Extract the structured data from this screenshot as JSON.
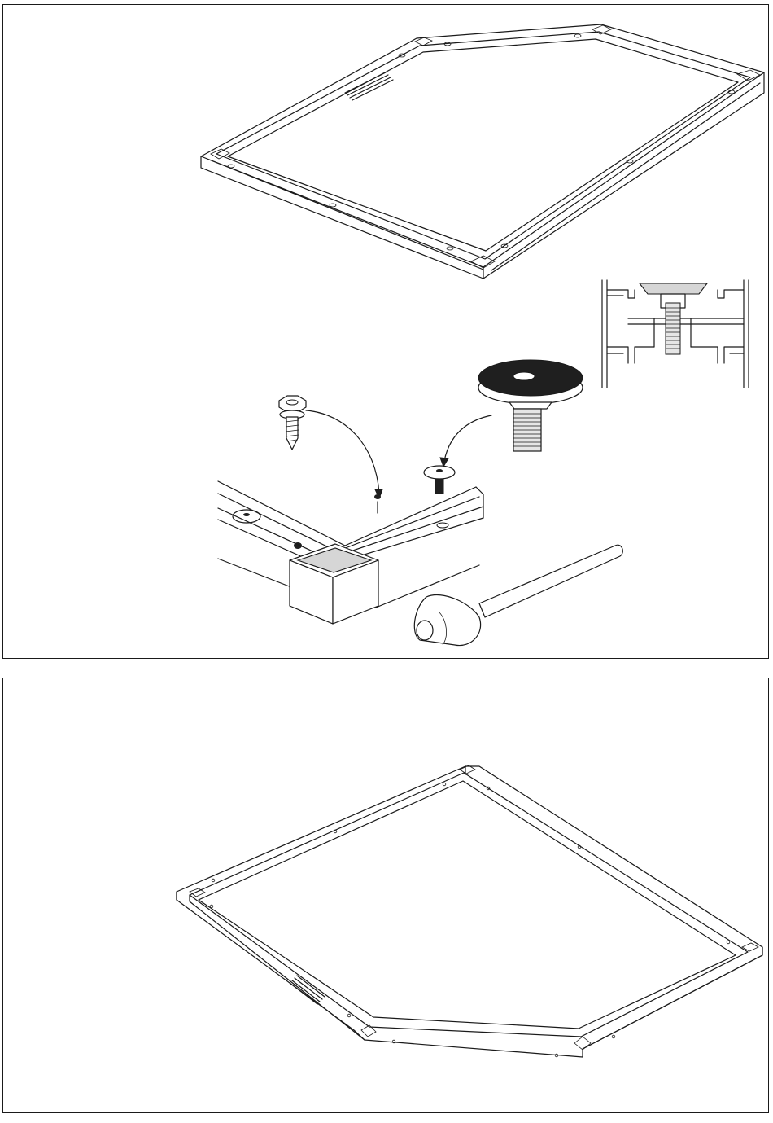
{
  "figure": {
    "panels": [
      {
        "id": "panel-top",
        "content": "frame-with-adjustable-feet-assembly"
      },
      {
        "id": "panel-bottom",
        "content": "frame-underside-view"
      }
    ],
    "icons": [
      "hex-screw-icon",
      "adjustable-foot-icon",
      "washer-icon",
      "mallet-icon",
      "profile-section-icon",
      "arrow-icon"
    ],
    "colors": {
      "line": "#1a1a1a",
      "fill_light": "#d6d6d6",
      "fill_dark": "#1f1f1f",
      "background": "#ffffff"
    }
  }
}
